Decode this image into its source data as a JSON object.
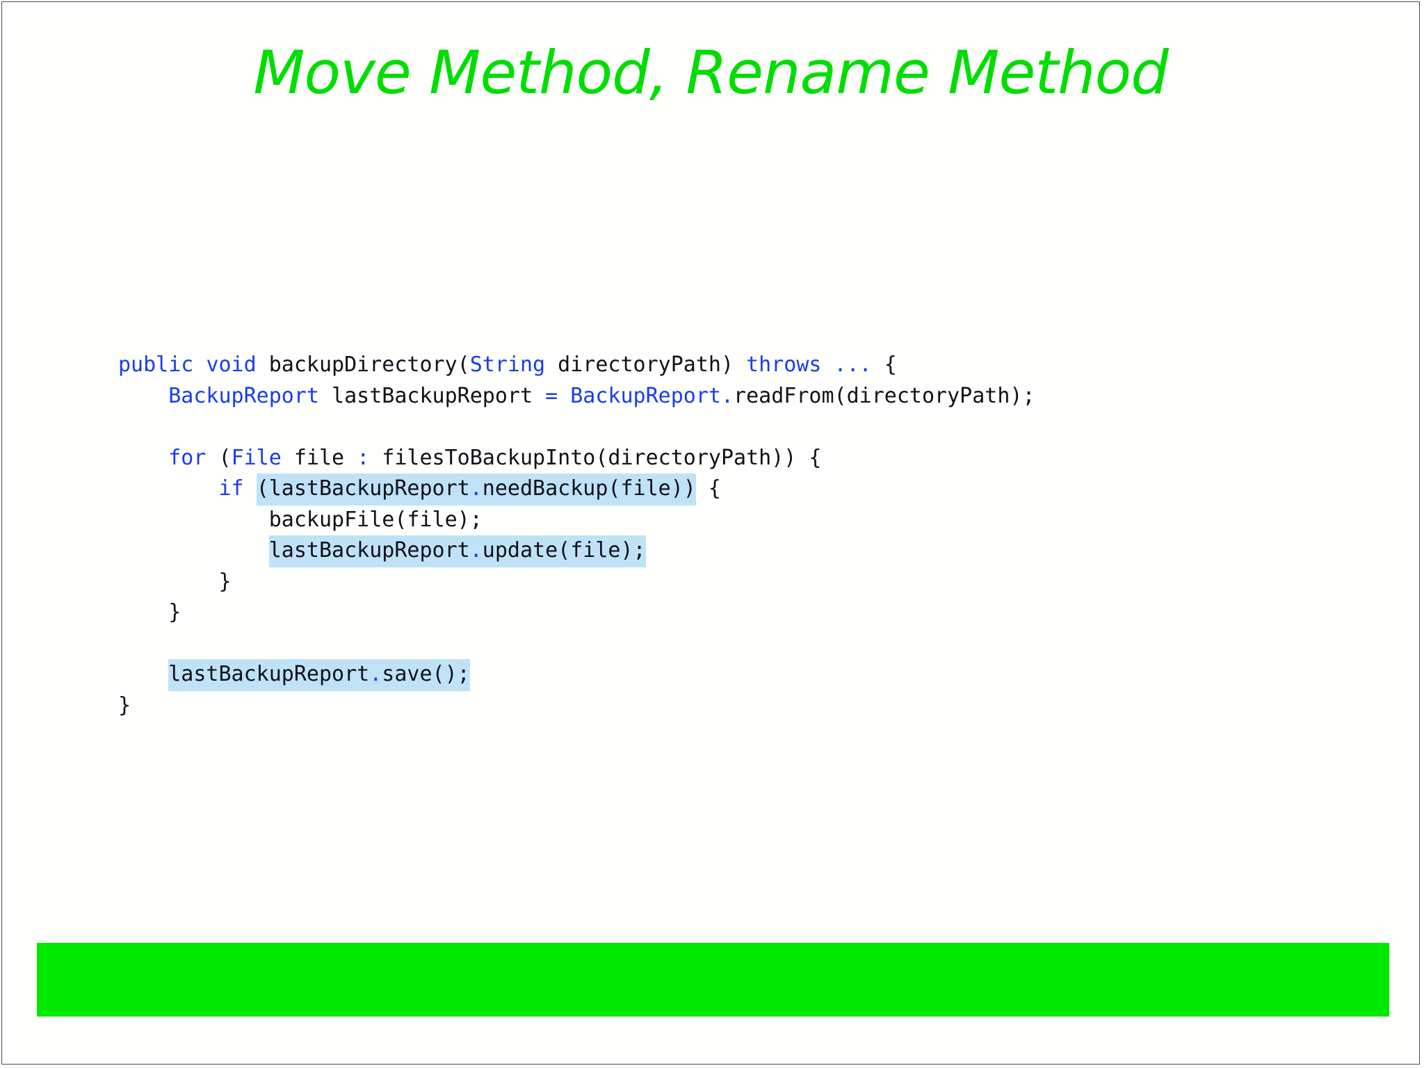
{
  "slide": {
    "title": "Move Method, Rename Method",
    "title_color": "#00dd00",
    "background_color": "#ffffff",
    "border_color": "#4a4a50"
  },
  "code": {
    "language": "java",
    "keyword_color": "#1a3ceb",
    "text_color": "#111118",
    "highlight_color": "#bfe2f7",
    "lines": [
      {
        "id": "line-1",
        "indent": 0,
        "tokens": [
          {
            "t": "public",
            "c": "kw",
            "h": false
          },
          {
            "t": " ",
            "c": "plain",
            "h": false
          },
          {
            "t": "void",
            "c": "kw",
            "h": false
          },
          {
            "t": " backupDirectory(",
            "c": "plain",
            "h": false
          },
          {
            "t": "String",
            "c": "type",
            "h": false
          },
          {
            "t": " directoryPath) ",
            "c": "plain",
            "h": false
          },
          {
            "t": "throws",
            "c": "kw",
            "h": false
          },
          {
            "t": " ",
            "c": "plain",
            "h": false
          },
          {
            "t": "...",
            "c": "punct",
            "h": false
          },
          {
            "t": " {",
            "c": "plain",
            "h": false
          }
        ]
      },
      {
        "id": "line-2",
        "indent": 1,
        "tokens": [
          {
            "t": "BackupReport",
            "c": "type",
            "h": false
          },
          {
            "t": " lastBackupReport ",
            "c": "plain",
            "h": false
          },
          {
            "t": "=",
            "c": "punct",
            "h": false
          },
          {
            "t": " ",
            "c": "plain",
            "h": false
          },
          {
            "t": "BackupReport",
            "c": "type",
            "h": false
          },
          {
            "t": ".",
            "c": "dot",
            "h": false
          },
          {
            "t": "readFrom(directoryPath);",
            "c": "plain",
            "h": false
          }
        ]
      },
      {
        "id": "line-3",
        "indent": 0,
        "tokens": []
      },
      {
        "id": "line-4",
        "indent": 1,
        "tokens": [
          {
            "t": "for",
            "c": "kw",
            "h": false
          },
          {
            "t": " (",
            "c": "plain",
            "h": false
          },
          {
            "t": "File",
            "c": "type",
            "h": false
          },
          {
            "t": " file ",
            "c": "plain",
            "h": false
          },
          {
            "t": ":",
            "c": "punct",
            "h": false
          },
          {
            "t": " filesToBackupInto(directoryPath)) {",
            "c": "plain",
            "h": false
          }
        ]
      },
      {
        "id": "line-5",
        "indent": 2,
        "tokens": [
          {
            "t": "if",
            "c": "kw",
            "h": false
          },
          {
            "t": " ",
            "c": "plain",
            "h": false
          },
          {
            "t": "(lastBackupReport",
            "c": "plain",
            "h": true
          },
          {
            "t": ".",
            "c": "dot",
            "h": true
          },
          {
            "t": "needBackup(file))",
            "c": "plain",
            "h": true
          },
          {
            "t": " {",
            "c": "plain",
            "h": false
          }
        ]
      },
      {
        "id": "line-6",
        "indent": 3,
        "tokens": [
          {
            "t": "backupFile(file);",
            "c": "plain",
            "h": false
          }
        ]
      },
      {
        "id": "line-7",
        "indent": 3,
        "tokens": [
          {
            "t": "lastBackupReport",
            "c": "plain",
            "h": true
          },
          {
            "t": ".",
            "c": "dot",
            "h": true
          },
          {
            "t": "update(file);",
            "c": "plain",
            "h": true
          }
        ]
      },
      {
        "id": "line-8",
        "indent": 2,
        "tokens": [
          {
            "t": "}",
            "c": "plain",
            "h": false
          }
        ]
      },
      {
        "id": "line-9",
        "indent": 1,
        "tokens": [
          {
            "t": "}",
            "c": "plain",
            "h": false
          }
        ]
      },
      {
        "id": "line-10",
        "indent": 0,
        "tokens": []
      },
      {
        "id": "line-11",
        "indent": 1,
        "tokens": [
          {
            "t": "lastBackupReport",
            "c": "plain",
            "h": true
          },
          {
            "t": ".",
            "c": "dot",
            "h": true
          },
          {
            "t": "save();",
            "c": "plain",
            "h": true
          }
        ]
      },
      {
        "id": "line-12",
        "indent": 0,
        "tokens": [
          {
            "t": "}",
            "c": "plain",
            "h": false
          }
        ]
      }
    ]
  },
  "footer": {
    "bar_color": "#00e800"
  }
}
